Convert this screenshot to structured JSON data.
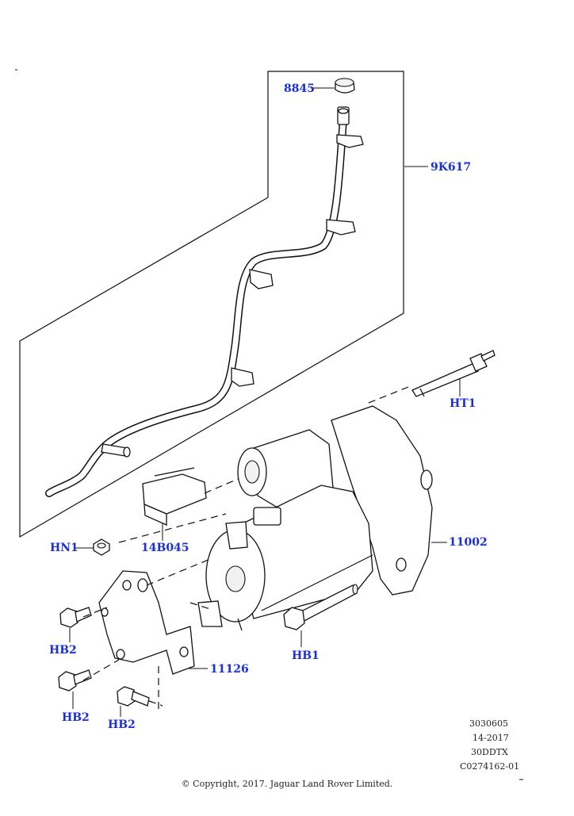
{
  "callouts": {
    "c8845": "8845",
    "c9k617": "9K617",
    "ht1": "HT1",
    "hn1": "HN1",
    "c14b045": "14B045",
    "c11002": "11002",
    "hb2_a": "HB2",
    "hb1": "HB1",
    "c11126": "11126",
    "hb2_b": "HB2",
    "hb2_c": "HB2"
  },
  "reference": {
    "line1": "3030605",
    "line2": "14-2017",
    "line3": "30DDTX",
    "line4": "C0274162-01"
  },
  "copyright": "© Copyright, 2017. Jaguar Land Rover Limited.",
  "colors": {
    "callout": "#1a2fd6",
    "linework": "#111111"
  }
}
